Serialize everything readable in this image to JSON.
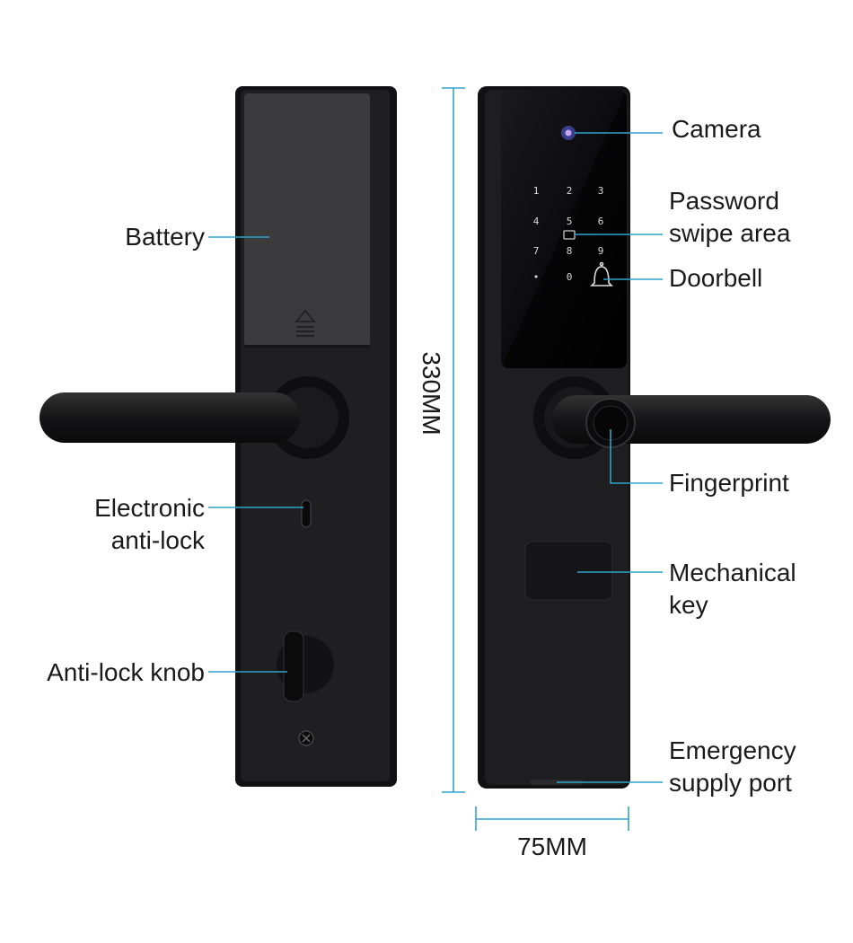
{
  "labels": {
    "battery": "Battery",
    "electronic_anti_lock": [
      "Electronic",
      "anti-lock"
    ],
    "anti_lock_knob": "Anti-lock knob",
    "camera": "Camera",
    "password_swipe_area": [
      "Password",
      "swipe area"
    ],
    "doorbell": "Doorbell",
    "fingerprint": "Fingerprint",
    "mechanical_key": [
      "Mechanical",
      "key"
    ],
    "emergency_supply_port": [
      "Emergency",
      "supply port"
    ]
  },
  "dimensions": {
    "height": "330MM",
    "width": "75MM"
  },
  "keypad": [
    "1",
    "2",
    "3",
    "4",
    "5",
    "6",
    "7",
    "8",
    "9",
    "•",
    "0"
  ],
  "colors": {
    "leader_line": "#2fa3c9",
    "lock_body": "#1f1f21",
    "battery_cover": "#3b3b3d"
  }
}
